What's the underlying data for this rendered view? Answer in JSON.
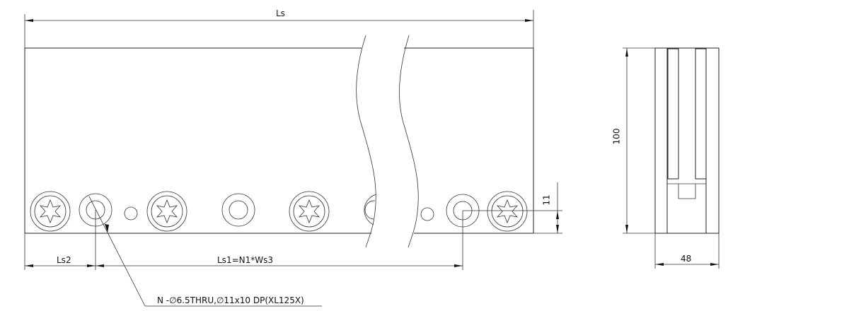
{
  "drawing": {
    "front_view": {
      "overall_length_label": "Ls",
      "left_offset_label": "Ls2",
      "pitch_label": "Ls1=N1*Ws3",
      "hole_height_label": "11",
      "callout": "N -∅6.5THRU,∅11x10 DP(XL125X)"
    },
    "side_view": {
      "height_label": "100",
      "width_label": "48"
    }
  }
}
